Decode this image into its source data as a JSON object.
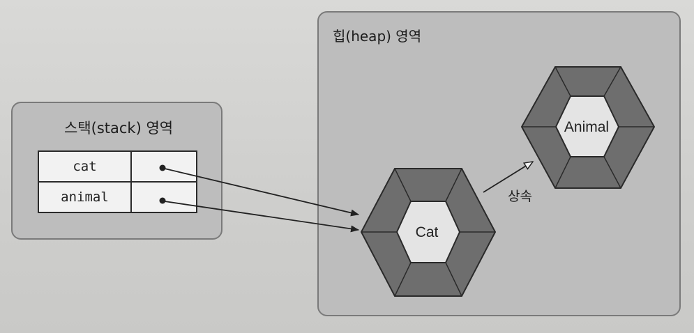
{
  "stack": {
    "title": "스택(stack) 영역",
    "variables": [
      "cat",
      "animal"
    ]
  },
  "heap": {
    "title": "힙(heap) 영역",
    "objects": {
      "cat": "Cat",
      "animal": "Animal"
    },
    "relation_label": "상속"
  },
  "colors": {
    "panel": "#bdbdbd",
    "hex_dark": "#6e6e6e",
    "hex_light": "#e4e4e4"
  }
}
